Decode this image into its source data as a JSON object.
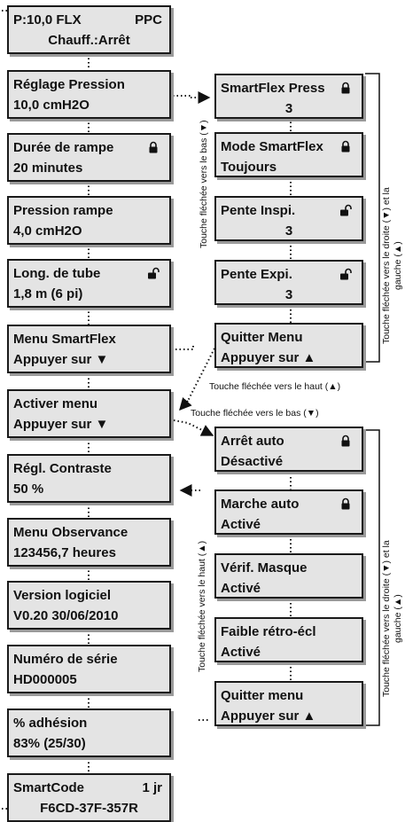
{
  "main_menu": [
    {
      "l1": "P:10,0  FLX",
      "r1": "PPC",
      "l2": "Chauff.:Arrêt",
      "l2_center": true
    },
    {
      "l1": "Réglage Pression",
      "l2": "10,0 cmH2O"
    },
    {
      "l1": "Durée de rampe",
      "l2": "20 minutes",
      "lock": "locked"
    },
    {
      "l1": "Pression rampe",
      "l2": " 4,0 cmH2O"
    },
    {
      "l1": "Long. de tube",
      "l2": "1,8 m (6 pi)",
      "lock": "unlocked"
    },
    {
      "l1": "Menu SmartFlex",
      "l2": "Appuyer sur ▼"
    },
    {
      "l1": "Activer menu",
      "l2": "Appuyer sur ▼"
    },
    {
      "l1": "Régl. Contraste",
      "l2": " 50 %"
    },
    {
      "l1": "Menu Observance",
      "l2": "123456,7 heures"
    },
    {
      "l1": "Version logiciel",
      "l2": "V0.20 30/06/2010"
    },
    {
      "l1": "Numéro de série",
      "l2": "HD000005"
    },
    {
      "l1": "% adhésion",
      "l2": " 83% (25/30)"
    },
    {
      "l1": "SmartCode",
      "r1": "1 jr",
      "l2": "F6CD-37F-357R",
      "l2_center": true
    }
  ],
  "smartflex_menu": [
    {
      "l1": "SmartFlex Press",
      "l2": "3",
      "l2_center": true,
      "lock": "locked"
    },
    {
      "l1": "Mode SmartFlex",
      "l2": "Toujours",
      "lock": "locked"
    },
    {
      "l1": "Pente Inspi.",
      "l2": "3",
      "l2_center": true,
      "lock": "unlocked"
    },
    {
      "l1": "Pente Expi.",
      "l2": "3",
      "l2_center": true,
      "lock": "unlocked"
    },
    {
      "l1": "Quitter Menu",
      "l2": "Appuyer sur ▲"
    }
  ],
  "activate_menu": [
    {
      "l1": "Arrêt auto",
      "l2": "Désactivé",
      "lock": "locked"
    },
    {
      "l1": "Marche auto",
      "l2": "Activé",
      "lock": "locked"
    },
    {
      "l1": "Vérif. Masque",
      "l2": "Activé"
    },
    {
      "l1": "Faible rétro-écl",
      "l2": "Activé"
    },
    {
      "l1": "Quitter menu",
      "l2": "Appuyer sur ▲"
    }
  ],
  "labels": {
    "down_arrow_vertical": "Touche fléchée vers le bas (▼)",
    "right_left_1": "Touche fléchée vers le droite (▼) et la\ngauche (▲)",
    "up_arrow_1": "Touche fléchée vers le haut (▲)",
    "down_arrow_2": "Touche fléchée vers le bas (▼)",
    "up_arrow_vertical": "Touche fléchée vers le haut (▲)",
    "right_left_2": "Touche fléchée vers le droite (▼) et la\ngauche (▲)"
  },
  "colors": {
    "box_fill": "#e4e4e4",
    "box_border": "#1a1a1a",
    "shadow": "#9a9a9a"
  }
}
